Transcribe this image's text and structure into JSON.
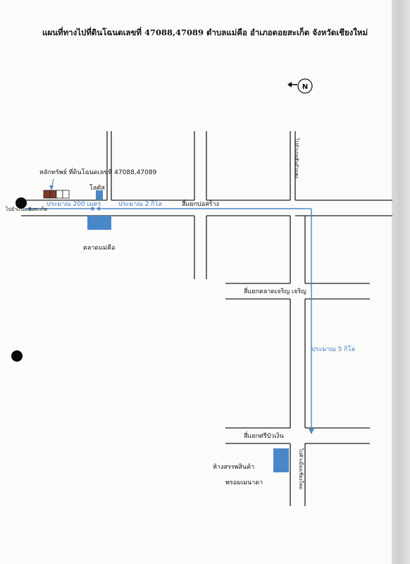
{
  "title": "แผนที่ทางไปที่ดินโฉนดเลขที่ 47088,47089 ตำบลแม่คือ อำเภอดอยสะเก็ด จังหวัดเชียงใหม่",
  "north_label": "N",
  "labels": {
    "property": "หลักทรัพย์ ที่ดินโฉนดเลขที่ 47088,47089",
    "to_doi_saket": "ไปอำเภอดอยสะเก็ด",
    "lotus": "โลตัส",
    "market": "ตลาดแม่คือ",
    "dist_200m": "ประมาณ 200 เมตร",
    "dist_2km": "ประมาณ 2 กิโล",
    "bo_sang_junction": "สี่แยกบ่อสร้าง",
    "to_san_kamphaeng": "ไปอำเภอสันกำแพง",
    "charoen_junction": "สี่แยกตลาดเจริญ เจริญ",
    "dist_5km": "ประมาณ 5 กิโล",
    "sri_bua_ngoen_junction": "สี่แยกศรีบัวเงิน",
    "mall_line1": "ห้างสรรพสินค้า",
    "mall_line2": "พรอมเมนาดา",
    "to_chiang_mai": "ไปตัวเมืองเชียงใหม่"
  },
  "colors": {
    "route": "#4a87c8",
    "building": "#4a87c8",
    "property_plot": "#7a3a28",
    "road": "#222222"
  }
}
